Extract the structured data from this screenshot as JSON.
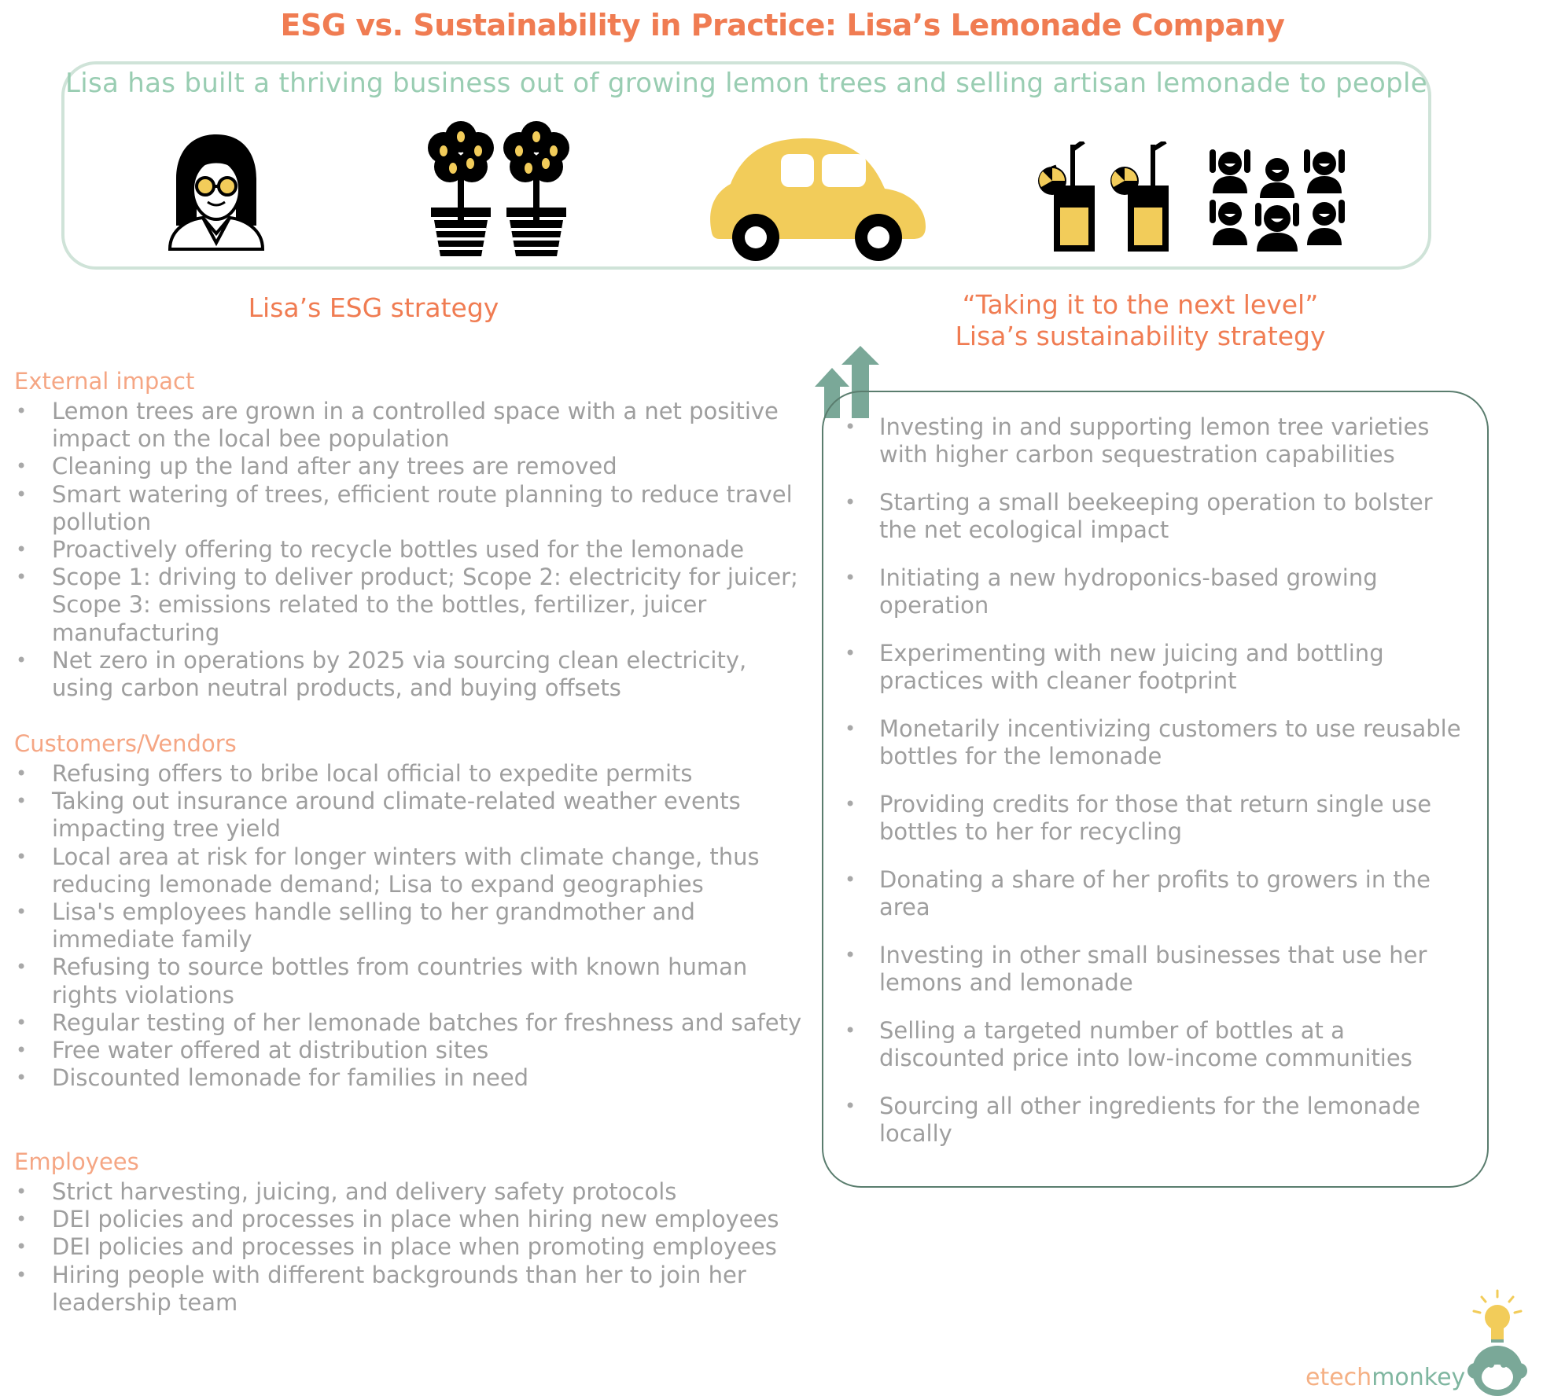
{
  "title": "ESG vs. Sustainability in Practice: Lisa’s Lemonade Company",
  "story": "Lisa has built a thriving business out of growing lemon trees and selling artisan lemonade to people",
  "icons": [
    "woman-with-glasses-icon",
    "potted-lemon-tree-icon",
    "car-icon",
    "lemonade-glass-icon",
    "crowd-icon"
  ],
  "colors": {
    "accent": "#f07c52",
    "heading": "#f5a684",
    "story_text": "#99cdb2",
    "body_text": "#9e9e9e",
    "box_border": "#5a7d6e",
    "car": "#f2cc5a",
    "arrows": "#7aa898"
  },
  "esg": {
    "title": "Lisa’s ESG strategy",
    "sections": [
      {
        "heading": "External impact",
        "items": [
          "Lemon trees are grown in a controlled space with a net positive impact on the local bee population",
          "Cleaning up the land after any trees are removed",
          "Smart watering of trees, efficient route planning to reduce travel pollution",
          "Proactively offering to recycle bottles used for the lemonade",
          "Scope 1: driving to deliver product; Scope 2: electricity for juicer; Scope 3: emissions related to the bottles, fertilizer, juicer manufacturing",
          "Net zero in operations by 2025 via sourcing clean electricity, using carbon neutral products, and buying offsets"
        ]
      },
      {
        "heading": "Customers/Vendors",
        "items": [
          "Refusing offers to bribe local official to expedite permits",
          "Taking out insurance around climate-related weather events impacting tree yield",
          "Local area at risk for longer winters with climate change, thus reducing lemonade demand; Lisa to expand geographies",
          "Lisa's employees handle selling to her grandmother and immediate family",
          "Refusing to source bottles from countries with known human rights violations",
          "Regular testing of her lemonade batches for freshness and safety",
          "Free water offered at distribution sites",
          "Discounted lemonade for families in need"
        ]
      },
      {
        "heading": "Employees",
        "items": [
          "Strict harvesting, juicing, and delivery safety protocols",
          "DEI policies and processes in place when hiring new employees",
          "DEI policies and processes in place when promoting employees",
          "Hiring people with different backgrounds than her to join her leadership team"
        ]
      }
    ]
  },
  "sustainability": {
    "title_line1": "“Taking it to the next level”",
    "title_line2": "Lisa’s sustainability strategy",
    "items": [
      "Investing in and supporting lemon tree varieties with higher carbon sequestration capabilities",
      "Starting a small beekeeping operation to bolster the net ecological impact",
      "Initiating a new hydroponics-based growing operation",
      "Experimenting with new juicing and bottling practices with cleaner footprint",
      "Monetarily incentivizing customers to use reusable bottles for the lemonade",
      "Providing credits for those that return single use bottles to her for recycling",
      "Donating a share of her profits to growers in the area",
      "Investing in other small businesses that use her lemons and lemonade",
      "Selling a targeted number of bottles at a discounted price into low-income communities",
      "Sourcing all other ingredients for the lemonade locally"
    ]
  },
  "brand": {
    "part1": "etech",
    "part2": "monkey"
  }
}
